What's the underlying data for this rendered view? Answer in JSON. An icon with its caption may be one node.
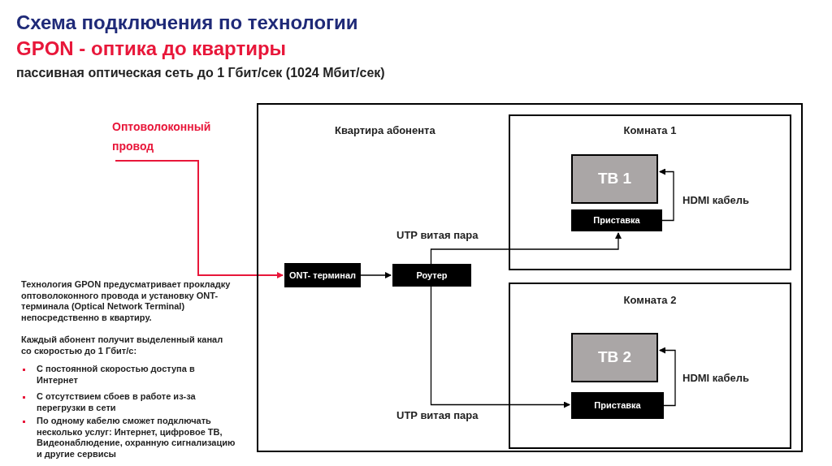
{
  "diagram": {
    "title": "Схема подключения по технологии",
    "nodes": [
      {
        "text": [
          "Квартира абонента"
        ]
      },
      {
        "text": [
          "Комната 1"
        ],
        "in": 0
      },
      {
        "text": [
          "ТВ 1"
        ],
        "in": 1
      },
      {
        "text": [
          "Приставка"
        ],
        "in": 1
      },
      {
        "text": [
          "Комната 2"
        ],
        "in": 0
      },
      {
        "text": [
          "ТВ 2"
        ],
        "in": 4
      },
      {
        "text": [
          "Приставка"
        ],
        "in": 4
      },
      {
        "text": [
          "ONT- терминал"
        ],
        "in": 0
      },
      {
        "text": [
          "Роутер"
        ],
        "in": 0
      },
      {
        "text": [
          "Оптоволоконный провод"
        ]
      }
    ],
    "edges": [
      {
        "from": 9,
        "to": 7,
        "arrow": "to",
        "color": "#e8173a"
      },
      {
        "from": 7,
        "to": 8,
        "arrow": "to"
      },
      {
        "from": 8,
        "to": 3,
        "arrow": "to",
        "label": "UTP витая пара"
      },
      {
        "from": 8,
        "to": 6,
        "arrow": "to",
        "label": "UTP витая пара"
      },
      {
        "from": 3,
        "to": 2,
        "arrow": "to",
        "label": "HDMI кабель"
      },
      {
        "from": 6,
        "to": 5,
        "arrow": "to",
        "label": "HDMI кабель"
      }
    ],
    "labels": [
      "GPON - оптика до квартиры",
      "пассивная оптическая сеть до **1** Гбит/сек (**1024** Мбит/сек)",
      "Технология GPON предусматривает прокладку оптоволоконного провода и установку ONT-терминала (Optical Network Terminal) непосредственно в квартиру.",
      "Каждый абонент получит выделенный канал со скоростью до 1 Гбит/с:",
      "С постоянной скоростью доступа в Интернет",
      "С отсутствием сбоев в работе из-за перегрузки в сети",
      "По одному кабелю сможет подключать несколько услуг: Интернет, цифровое ТВ, Видеонаблюдение, охранную сигнализацию и другие сервисы"
    ]
  }
}
